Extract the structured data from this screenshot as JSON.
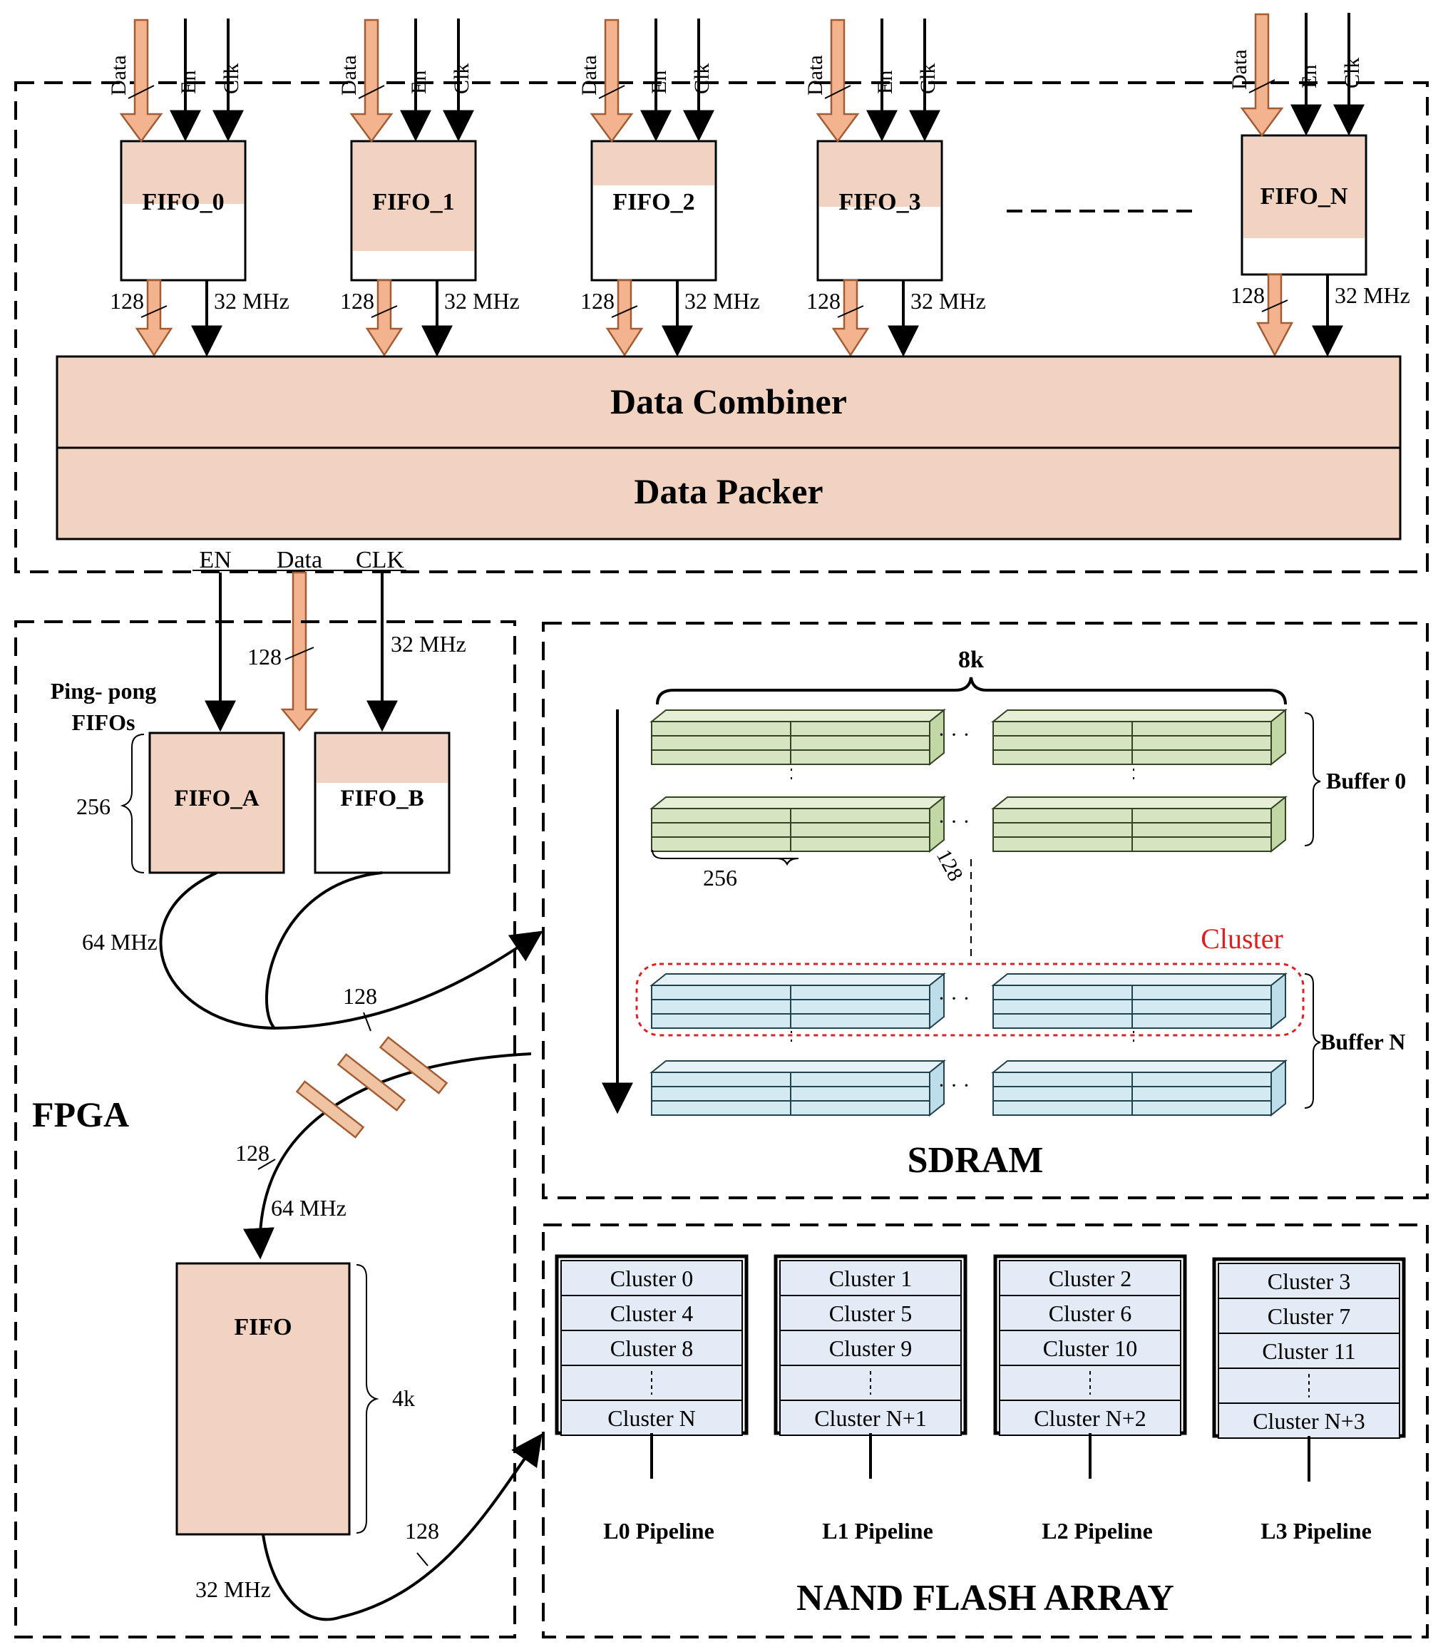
{
  "input_labels": {
    "data": "Data",
    "en": "En",
    "clk": "Clk"
  },
  "fifos": [
    {
      "name": "FIFO_0",
      "width": "128",
      "clock": "32 MHz"
    },
    {
      "name": "FIFO_1",
      "width": "128",
      "clock": "32 MHz"
    },
    {
      "name": "FIFO_2",
      "width": "128",
      "clock": "32 MHz"
    },
    {
      "name": "FIFO_3",
      "width": "128",
      "clock": "32 MHz"
    },
    {
      "name": "FIFO_N",
      "width": "128",
      "clock": "32 MHz"
    }
  ],
  "combiner": {
    "combiner_label": "Data Combiner",
    "packer_label": "Data Packer"
  },
  "bus": {
    "en": "EN",
    "data": "Data",
    "clk": "CLK",
    "width": "128",
    "clock": "32 MHz"
  },
  "fpga": {
    "label": "FPGA",
    "pingpong_label_1": "Ping- pong",
    "pingpong_label_2": "FIFOs",
    "fifo_a": "FIFO_A",
    "fifo_b": "FIFO_B",
    "depth": "256",
    "read_clock": "64 MHz",
    "merge_width": "128",
    "return_width": "128",
    "return_clock": "64 MHz",
    "fifo": "FIFO",
    "fifo_depth": "4k",
    "out_width": "128",
    "out_clock": "32 MHz"
  },
  "sdram": {
    "label": "SDRAM",
    "width_label": "8k",
    "buffer0": "Buffer 0",
    "bufferN": "Buffer N",
    "cluster_label": "Cluster",
    "cell_width": "256",
    "cell_depth": "128",
    "cluster_color": "#e02020"
  },
  "nand": {
    "label": "NAND FLASH ARRAY",
    "pipelines": [
      {
        "name": "L0 Pipeline",
        "clusters": [
          "Cluster 0",
          "Cluster 4",
          "Cluster 8",
          "Cluster N"
        ]
      },
      {
        "name": "L1 Pipeline",
        "clusters": [
          "Cluster 1",
          "Cluster 5",
          "Cluster 9",
          "Cluster N+1"
        ]
      },
      {
        "name": "L2 Pipeline",
        "clusters": [
          "Cluster 2",
          "Cluster 6",
          "Cluster 10",
          "Cluster N+2"
        ]
      },
      {
        "name": "L3 Pipeline",
        "clusters": [
          "Cluster 3",
          "Cluster 7",
          "Cluster 11",
          "Cluster N+3"
        ]
      }
    ]
  },
  "colors": {
    "peach_fill": "#f2d3c2",
    "arrow_fill": "#f3b38f",
    "green_buffer": "#d6e4c1",
    "blue_buffer": "#d3eaf2",
    "nand_row": "#e3ebf6"
  }
}
